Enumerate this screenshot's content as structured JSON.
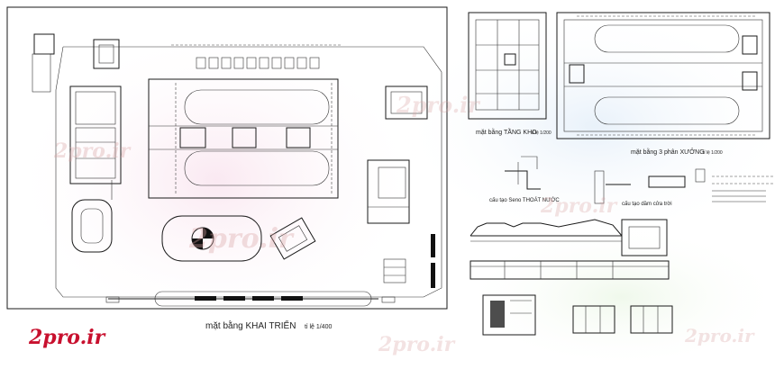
{
  "captions": {
    "site_plan": "mặt bằng KHAI TRIỂN",
    "site_plan_scale": "tỉ lệ 1/400",
    "warehouse_plan": "mặt bằng TẦNG KHO",
    "warehouse_plan_scale": "tỉ lệ 1/200",
    "workshop_plan": "mặt bằng 3 phân XƯỞNG",
    "workshop_plan_scale": "tỉ lệ 1/200",
    "roof_detail": "cấu tạo Seno THOÁT NƯỚC",
    "column_detail": "cấu tạo dầm cửa trời"
  },
  "logo": {
    "text": "2pro.ir",
    "color": "#c8102e"
  },
  "watermark": {
    "text": "2pro.ir",
    "color": "#d9a3a3"
  },
  "colors": {
    "ink": "#1a1a1a",
    "accent_red": "#c8102e",
    "tint_pink": "#f6d6e6",
    "tint_blue": "#d6e6f6",
    "tint_green": "#e0f2d8"
  }
}
